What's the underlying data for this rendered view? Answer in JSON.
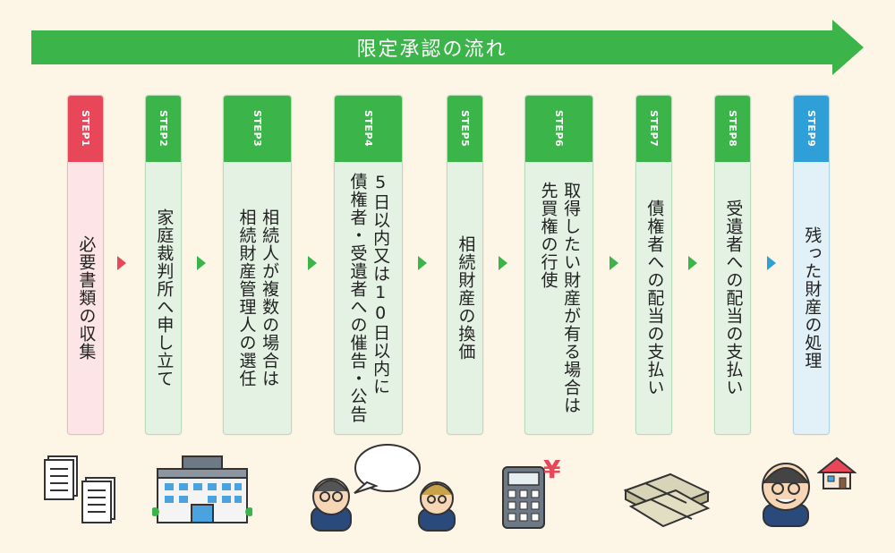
{
  "banner": {
    "title": "限定承認の流れ"
  },
  "colors": {
    "green": "#3bb54a",
    "red": "#e8475a",
    "blue": "#2f9fd8",
    "green_body": "#e4f2e4",
    "red_body": "#fde4e6",
    "blue_body": "#e2f0f8"
  },
  "steps": [
    {
      "label": "STEP1",
      "text": "必要書類の収集"
    },
    {
      "label": "STEP2",
      "text": "家庭裁判所へ申し立て"
    },
    {
      "label": "STEP3",
      "text": "相続人が複数の場合は\n相続財産管理人の選任"
    },
    {
      "label": "STEP4",
      "text": "5日以内又は10日以内に\n債権者・受遺者への催告・公告"
    },
    {
      "label": "STEP5",
      "text": "相続財産の換価"
    },
    {
      "label": "STEP6",
      "text": "取得したい財産が有る場合は\n先買権の行使"
    },
    {
      "label": "STEP7",
      "text": "債権者への配当の支払い"
    },
    {
      "label": "STEP8",
      "text": "受遺者への配当の支払い"
    },
    {
      "label": "STEP9",
      "text": "残った財産の処理"
    }
  ],
  "icons": {
    "documents": "documents-icon",
    "court": "courthouse-icon",
    "talk": "conversation-icon",
    "calculator": "calculator-icon",
    "yen": "¥",
    "money": "banknote-bundles-icon",
    "elder": "elderly-man-icon",
    "house": "house-icon"
  }
}
